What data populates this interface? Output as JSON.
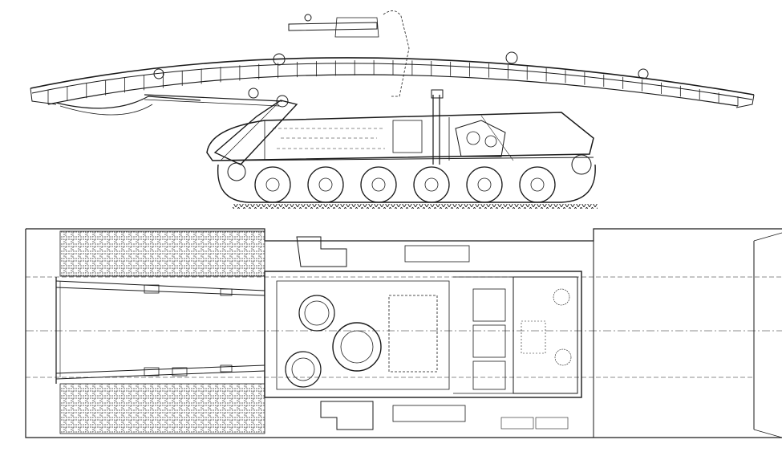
{
  "drawing": {
    "background": "#ffffff",
    "ink": "#1a1a1a",
    "views": {
      "side": {
        "name": "side-elevation"
      },
      "top": {
        "name": "plan-view"
      }
    },
    "road_wheels_side": 6,
    "plan_deck_plates_label": "",
    "scale_label": "",
    "plan_box_labels": [
      "",
      "",
      "",
      ""
    ]
  }
}
